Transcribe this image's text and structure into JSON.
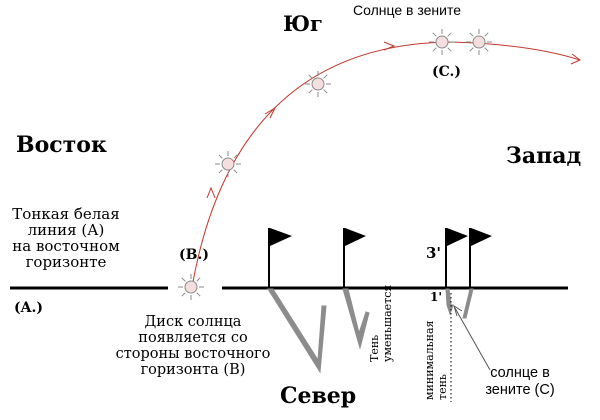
{
  "directions": {
    "south": "Юг",
    "east": "Восток",
    "west": "Запад",
    "north": "Север"
  },
  "zenith_top": "Солнце в зените",
  "point_labels": {
    "a": "(A.)",
    "b": "(B.)",
    "c": "(C.)",
    "three_prime": "3'",
    "one_prime": "1'"
  },
  "horizon_line_text": [
    "Тонкая белая",
    "линия (А)",
    "на восточном",
    "горизонте"
  ],
  "sunrise_text": [
    "Диск солнца",
    "появляется со",
    "стороны восточного",
    "горизонта (B)"
  ],
  "shadow_decreases": [
    "Тень",
    "уменьшается"
  ],
  "minimal_shadow": [
    "минимальная",
    "тень"
  ],
  "zenith_bottom": [
    "солнце в",
    "зените (C)"
  ],
  "colors": {
    "arc": "#c0392b",
    "sun_rays": "#8a8a8a",
    "sun_fill": "#f4dede",
    "shadow": "#8c8c8c",
    "flag": "#000000"
  }
}
